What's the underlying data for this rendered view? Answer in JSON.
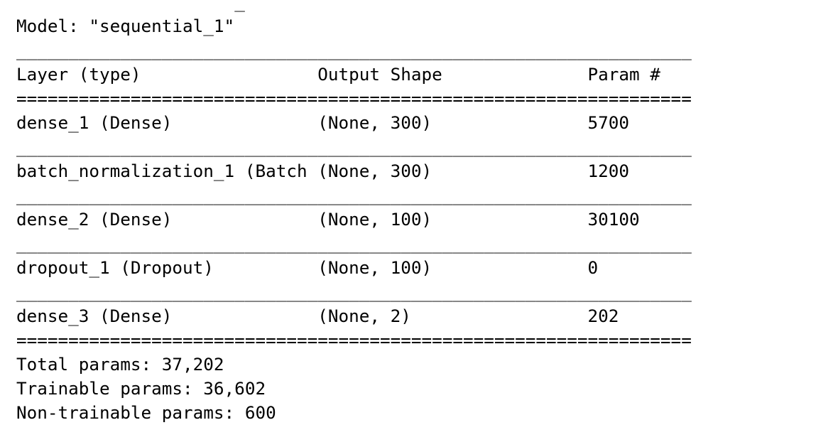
{
  "summary": {
    "fragment_top": "_",
    "model_line": "Model: \"sequential_1\"",
    "rule_top": "_________________________________________________________________",
    "header": "Layer (type)                 Output Shape              Param #   ",
    "double_rule_1": "=================================================================",
    "rows": [
      {
        "text": "dense_1 (Dense)              (None, 300)               5700      ",
        "rule": "_________________________________________________________________"
      },
      {
        "text": "batch_normalization_1 (Batch (None, 300)               1200      ",
        "rule": "_________________________________________________________________"
      },
      {
        "text": "dense_2 (Dense)              (None, 100)               30100     ",
        "rule": "_________________________________________________________________"
      },
      {
        "text": "dropout_1 (Dropout)          (None, 100)               0         ",
        "rule": "_________________________________________________________________"
      },
      {
        "text": "dense_3 (Dense)              (None, 2)                 202       "
      }
    ],
    "double_rule_2": "=================================================================",
    "total_params": "Total params: 37,202",
    "trainable_params": "Trainable params: 36,602",
    "non_trainable_params": "Non-trainable params: 600"
  }
}
